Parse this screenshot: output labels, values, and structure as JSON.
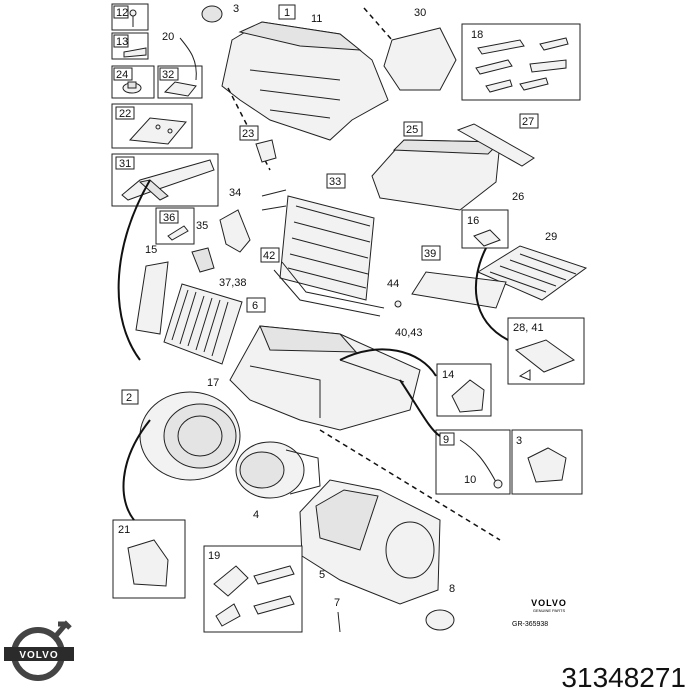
{
  "callouts": {
    "c1": "1",
    "c2": "2",
    "c3a": "3",
    "c3b": "3",
    "c4": "4",
    "c5": "5",
    "c6": "6",
    "c7": "7",
    "c8": "8",
    "c9": "9",
    "c10": "10",
    "c11": "11",
    "c12": "12",
    "c13": "13",
    "c14": "14",
    "c15": "15",
    "c16": "16",
    "c17": "17",
    "c18": "18",
    "c19": "19",
    "c20": "20",
    "c21": "21",
    "c22": "22",
    "c23": "23",
    "c24": "24",
    "c25": "25",
    "c26": "26",
    "c27": "27",
    "c28_41": "28, 41",
    "c29": "29",
    "c30": "30",
    "c31": "31",
    "c32": "32",
    "c33": "33",
    "c34": "34",
    "c35": "35",
    "c36": "36",
    "c37_38": "37,38",
    "c39": "39",
    "c40_43": "40,43",
    "c42": "42",
    "c44": "44"
  },
  "stamp": {
    "brand_word": "VOLVO",
    "subtitle": "GENUINE PARTS",
    "drawing_ref": "GR-365938"
  },
  "part_number": "31348271",
  "logo": {
    "word": "VOLVO",
    "color": "#1a1a1a"
  }
}
